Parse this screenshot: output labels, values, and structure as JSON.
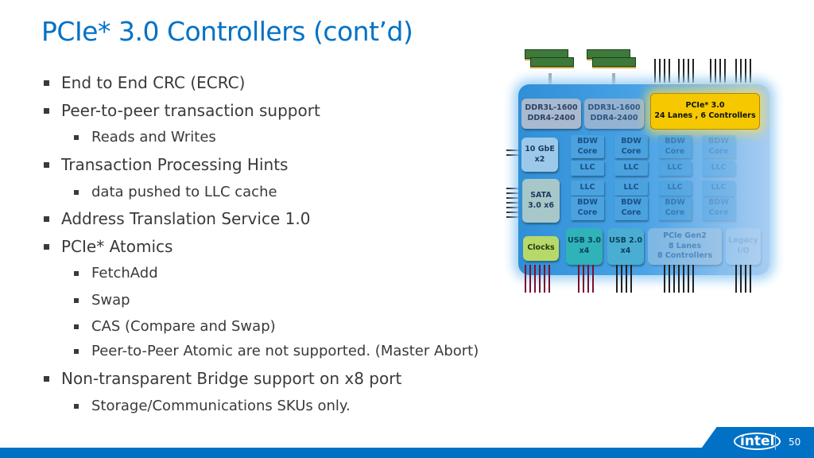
{
  "slide": {
    "title": "PCIe* 3.0 Controllers (cont’d)",
    "page_number": "50",
    "logo": "intel"
  },
  "bullets": [
    {
      "level": 1,
      "text": "End to End CRC (ECRC)"
    },
    {
      "level": 1,
      "text": "Peer-to-peer transaction support"
    },
    {
      "level": 2,
      "text": "Reads and Writes"
    },
    {
      "level": 1,
      "text": "Transaction Processing Hints"
    },
    {
      "level": 2,
      "text": "data pushed to LLC cache"
    },
    {
      "level": 1,
      "text": "Address Translation Service 1.0"
    },
    {
      "level": 1,
      "text": "PCIe* Atomics"
    },
    {
      "level": 2,
      "text": "FetchAdd"
    },
    {
      "level": 2,
      "text": "Swap"
    },
    {
      "level": 2,
      "text": "CAS (Compare and Swap)"
    },
    {
      "level": 2,
      "text": "Peer-to-Peer Atomic are not supported. (Master Abort)"
    },
    {
      "level": 1,
      "text": "Non-transparent Bridge support on x8 port"
    },
    {
      "level": 2,
      "text": "Storage/Communications SKUs only."
    }
  ],
  "diagram": {
    "ddr1": [
      "DDR3L-1600",
      "DDR4-2400"
    ],
    "ddr2": [
      "DDR3L-1600",
      "DDR4-2400"
    ],
    "pcie3": [
      "PCIe* 3.0",
      "24 Lanes , 6 Controllers"
    ],
    "gbe": [
      "10 GbE",
      "x2"
    ],
    "sata": [
      "SATA",
      "3.0 x6"
    ],
    "clocks": "Clocks",
    "core": [
      "BDW",
      "Core"
    ],
    "llc": "LLC",
    "usb3": [
      "USB 3.0",
      "x4"
    ],
    "usb2": [
      "USB 2.0",
      "x4"
    ],
    "pcie2": [
      "PCIe  Gen2",
      "8 Lanes",
      "8 Controllers"
    ],
    "legacy": [
      "Legacy",
      "I/O"
    ],
    "colors": {
      "highlight": "#f5c800",
      "accent": "#0071c5"
    }
  }
}
